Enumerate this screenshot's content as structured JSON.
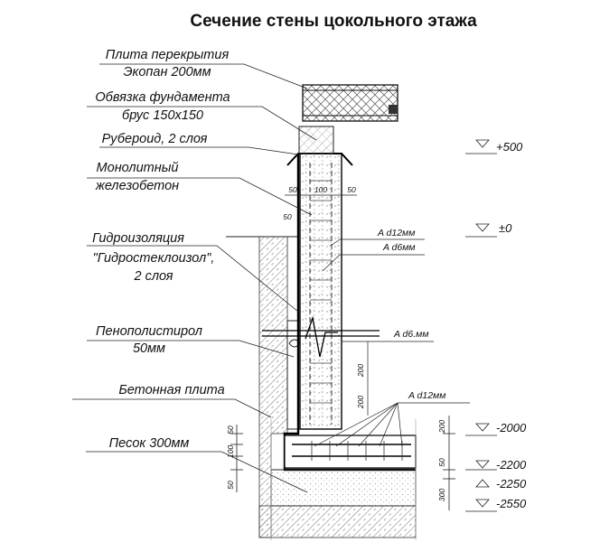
{
  "title": "Сечение  стены цокольного этажа",
  "callouts": [
    {
      "id": "slab",
      "lines": [
        "Плита перекрытия",
        "Экопан 200мм"
      ]
    },
    {
      "id": "beam",
      "lines": [
        "Обвязка фундамента",
        "брус 150х150"
      ]
    },
    {
      "id": "roofing",
      "lines": [
        "Рубероид, 2 слоя"
      ]
    },
    {
      "id": "concrete",
      "lines": [
        "Монолитный",
        "железобетон"
      ]
    },
    {
      "id": "waterproof",
      "lines": [
        "Гидроизоляция",
        "\"Гидростеклоизол\",",
        "2 слоя"
      ]
    },
    {
      "id": "foam",
      "lines": [
        "Пенополистирол",
        "50мм"
      ]
    },
    {
      "id": "plate",
      "lines": [
        "Бетонная плита"
      ]
    },
    {
      "id": "sand",
      "lines": [
        "Песок 300мм"
      ]
    }
  ],
  "levels": [
    "+500",
    "±0",
    "-2000",
    "-2200",
    "-2250",
    "-2550"
  ],
  "rebar_labels": [
    "A d12мм",
    "A d6мм",
    "A d6.мм",
    "A d12мм"
  ],
  "dimensions": {
    "wall_top": [
      "50",
      "100",
      "50"
    ],
    "wall_side": "50",
    "wall_right": [
      "200",
      "200"
    ],
    "right_column": [
      "200",
      "50",
      "300"
    ],
    "left_column": [
      "50",
      "100",
      "50"
    ]
  }
}
